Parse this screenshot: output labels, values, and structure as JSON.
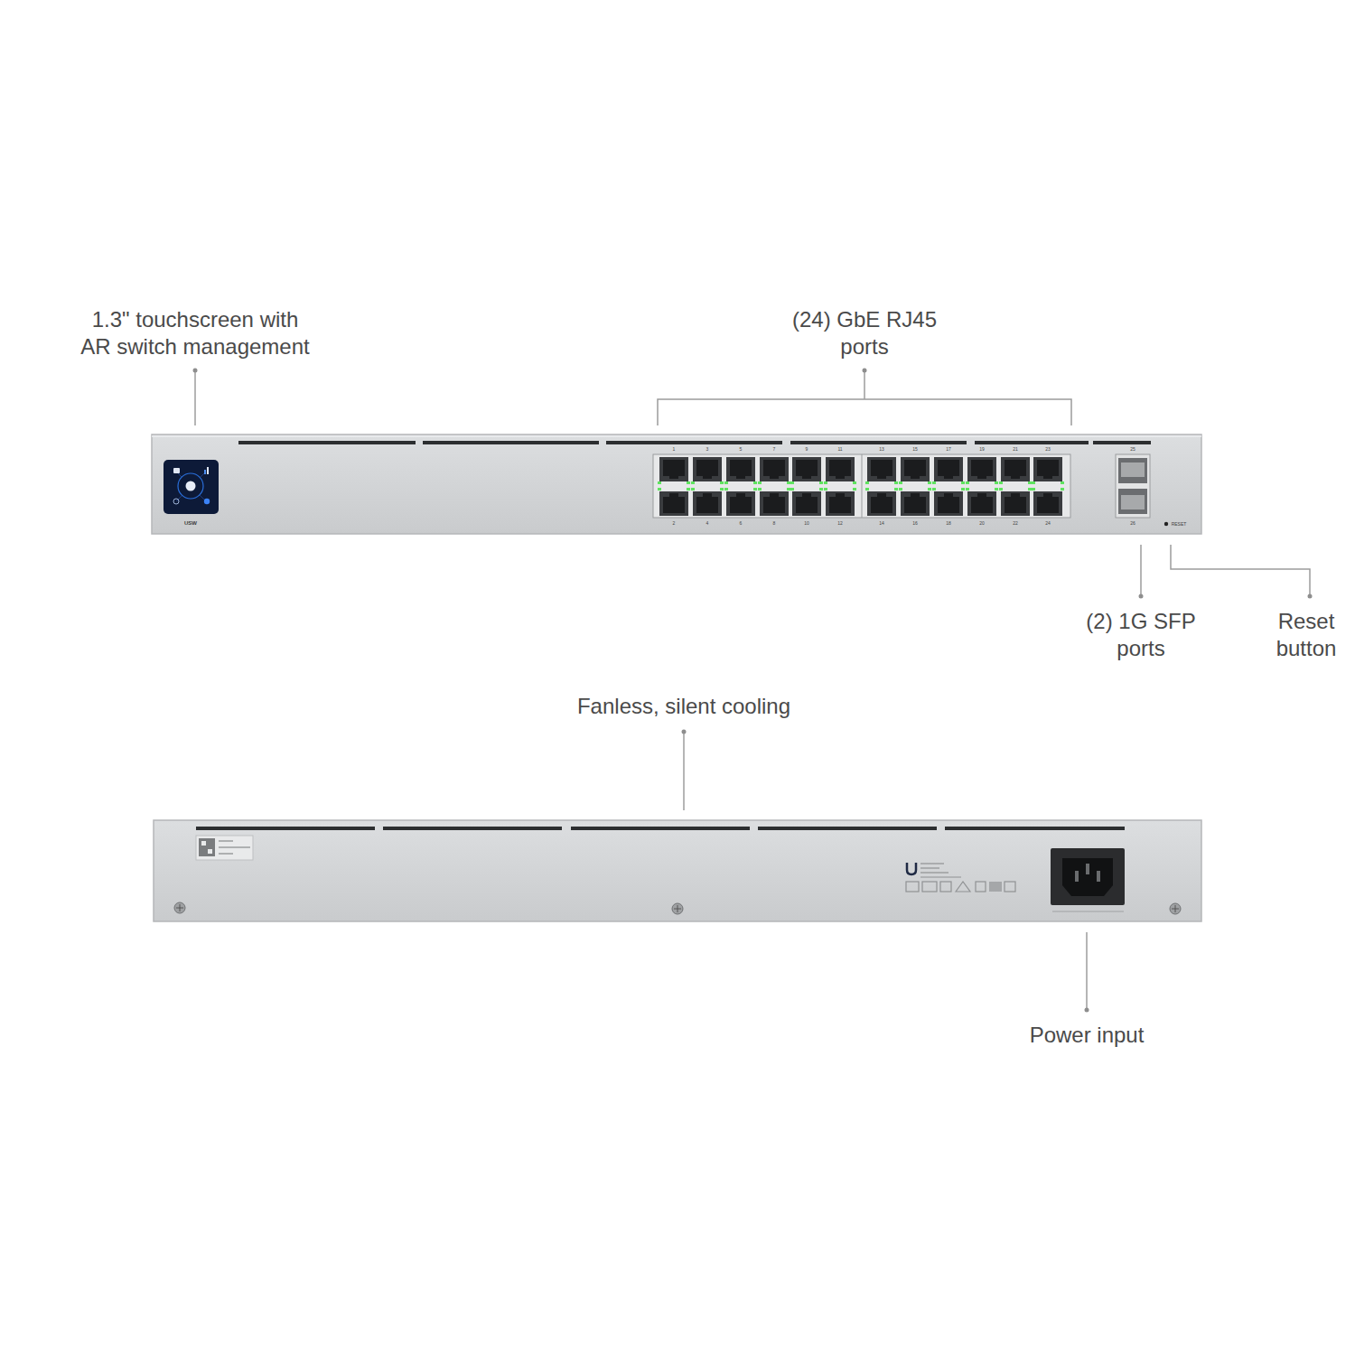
{
  "diagram": {
    "labels": [
      "1.3\" touchscreen with AR switch management",
      "(24) GbE RJ45 ports",
      "USW",
      "1",
      "3",
      "5",
      "7",
      "9",
      "11",
      "13",
      "15",
      "17",
      "19",
      "21",
      "23",
      "25",
      "2",
      "4",
      "6",
      "8",
      "10",
      "12",
      "14",
      "16",
      "18",
      "20",
      "22",
      "24",
      "26",
      "RESET",
      "(2) 1G SFP ports",
      "Reset button",
      "Fanless, silent cooling",
      "Power input"
    ]
  }
}
